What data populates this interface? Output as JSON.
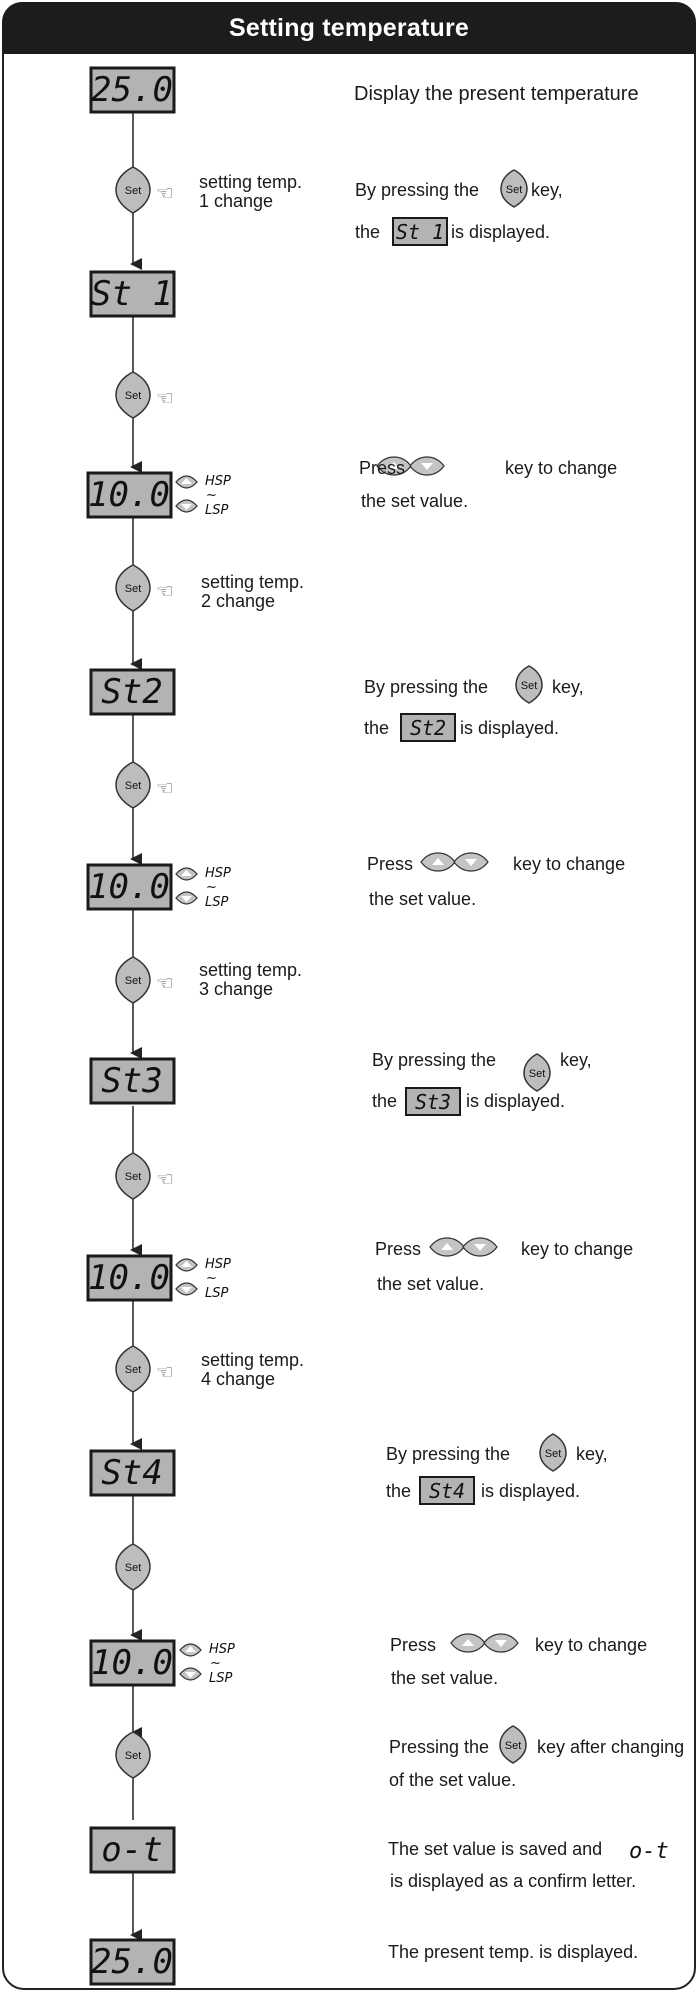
{
  "header": {
    "title": "Setting temperature"
  },
  "displays": {
    "present": "25.0",
    "st1": "St 1",
    "st2": "St2",
    "st3": "St3",
    "st4": "St4",
    "value": "10.0",
    "confirm": "o-t",
    "final": "25.0"
  },
  "side": {
    "high": "HSP",
    "tilde": "~",
    "low": "LSP"
  },
  "keys": {
    "set": "Set"
  },
  "steps": {
    "change1": "setting temp.\n1 change",
    "change2": "setting temp.\n2 change",
    "change3": "setting temp.\n3 change",
    "change4": "setting temp.\n4 change"
  },
  "descriptions": {
    "present": "Display the present temperature",
    "press_prefix": "By pressing the",
    "key_suffix": "key,",
    "the": "the",
    "is_displayed": "is displayed.",
    "press": "Press",
    "key_to_change": "key to change",
    "the_set_value": "the set value.",
    "pressing_the": "Pressing the",
    "after_changing": "key after changing",
    "of_set_value": "of the set value.",
    "saved_prefix": "The set value is saved and",
    "confirm_glyph": "o-t",
    "confirm_line2": "is displayed as a confirm letter.",
    "final": "The present temp. is displayed."
  },
  "colors": {
    "lcd": "#b3b3b3",
    "header": "#1c1c1c",
    "key": "#bdbdbd"
  }
}
